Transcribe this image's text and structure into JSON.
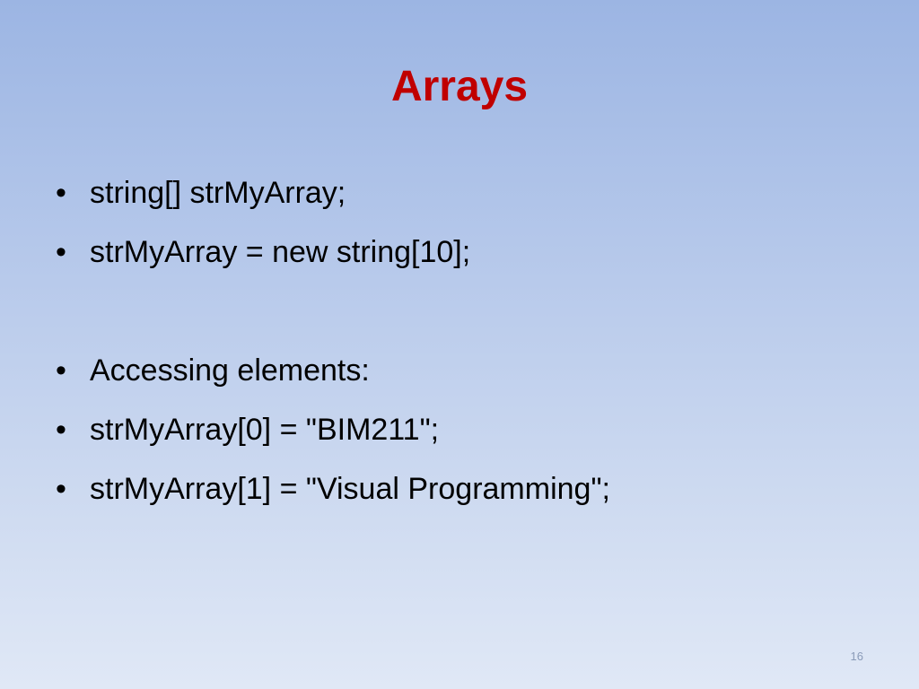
{
  "slide": {
    "title": "Arrays",
    "bullet_symbol": "•",
    "bullets": [
      "string[] strMyArray;",
      "strMyArray = new string[10];",
      "Accessing elements:",
      "strMyArray[0] = \"BIM211\";",
      "strMyArray[1] = \"Visual Programming\";"
    ],
    "slide_number": "16"
  },
  "colors": {
    "title": "#c00000",
    "text": "#000000",
    "background_top": "#9cb5e3",
    "background_bottom": "#e0e8f6"
  }
}
